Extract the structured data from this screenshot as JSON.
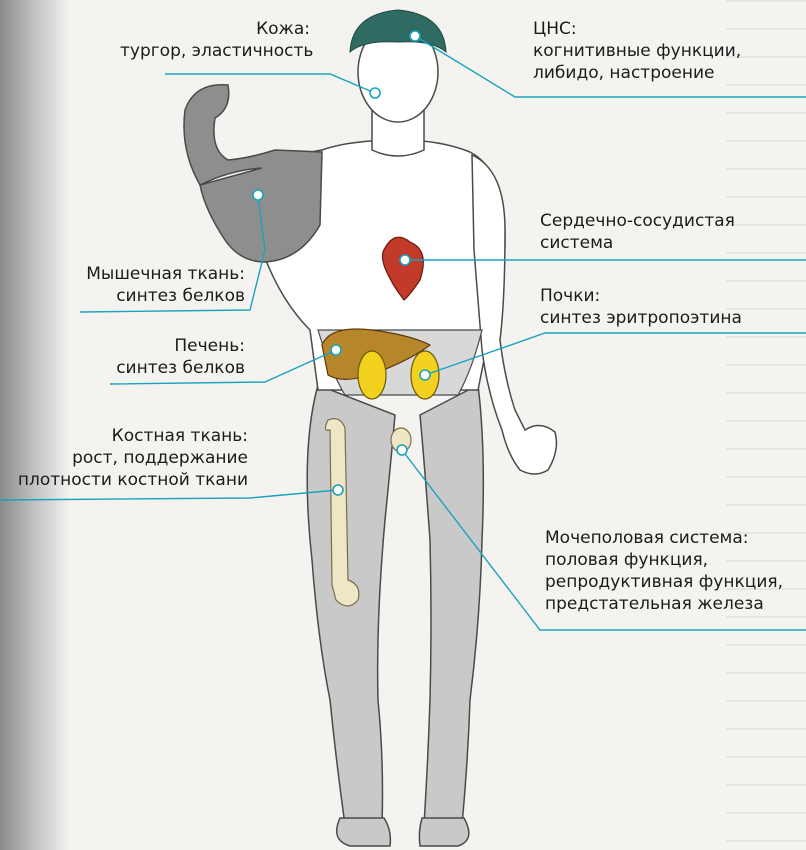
{
  "colors": {
    "leader": "#1aa3bf",
    "underline": "#7fb6d6",
    "body_fill": "#c9c9c9",
    "skin_fill": "#ffffff",
    "outline": "#4a4a4a",
    "hair": "#2f6b63",
    "muscle": "#8e8e8e",
    "liver": "#b7862a",
    "kidney": "#f2d21e",
    "heart": "#c23a2a",
    "bone": "#efe6c6"
  },
  "labels": {
    "skin": {
      "title": "Кожа:",
      "line1": "тургор, эластичность"
    },
    "cns": {
      "title": "ЦНС:",
      "line1": "когнитивные функции,",
      "line2": "либидо, настроение"
    },
    "cardio": {
      "line1": "Сердечно-сосудистая",
      "line2": "система"
    },
    "muscle": {
      "title": "Мышечная ткань:",
      "line1": "синтез белков"
    },
    "kidneys": {
      "title": "Почки:",
      "line1": "синтез эритропоэтина"
    },
    "liver": {
      "title": "Печень:",
      "line1": "синтез белков"
    },
    "bone": {
      "title": "Костная ткань:",
      "line1": "рост, поддержание",
      "line2": "плотности костной ткани"
    },
    "urogenital": {
      "title": "Мочеполовая система:",
      "line1": "половая функция,",
      "line2": "репродуктивная функция,",
      "line3": "предстательная железа"
    }
  }
}
